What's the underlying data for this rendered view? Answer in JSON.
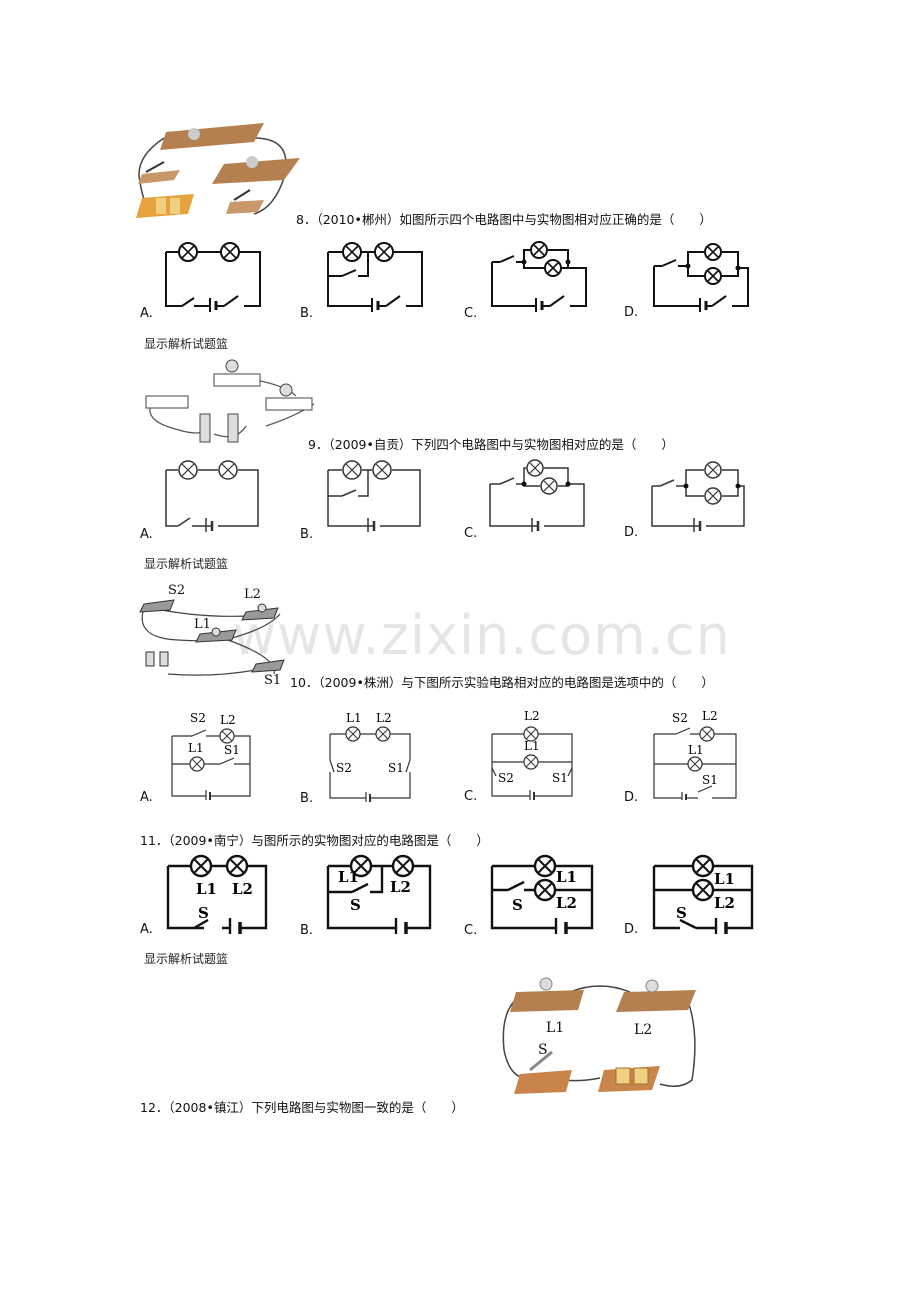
{
  "watermark": "www.zixin.com.cn",
  "show_link": "显示解析试题篮",
  "questions": [
    {
      "num": "8．",
      "text": "（2010•郴州）如图所示四个电路图中与实物图相对应正确的是（　　）",
      "options": [
        "A.",
        "B.",
        "C.",
        "D."
      ]
    },
    {
      "num": "9．",
      "text": "（2009•自贡）下列四个电路图中与实物图相对应的是（　　）",
      "options": [
        "A.",
        "B.",
        "C.",
        "D."
      ]
    },
    {
      "num": "10．",
      "text": "（2009•株洲）与下图所示实验电路相对应的电路图是选项中的（　　）",
      "options": [
        "A.",
        "B.",
        "C.",
        "D."
      ]
    },
    {
      "num": "11．",
      "text": "（2009•南宁）与图所示的实物图对应的电路图是（　　）",
      "options": [
        "A.",
        "B.",
        "C.",
        "D."
      ]
    },
    {
      "num": "12．",
      "text": "（2008•镇江）下列电路图与实物图一致的是（　　）"
    }
  ],
  "labels": {
    "s": "S",
    "s1": "S1",
    "s2": "S2",
    "l1": "L1",
    "l2": "L2"
  },
  "colors": {
    "board": "#b5804f",
    "wire": "#333333",
    "battery": "#e6a23c"
  }
}
